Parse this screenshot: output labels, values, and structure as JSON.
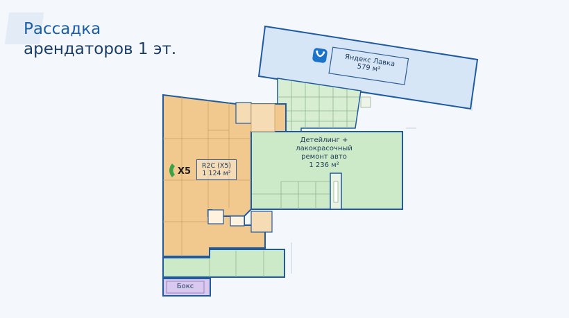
{
  "header": {
    "title_line1": "Рассадка",
    "title_line2": "арендаторов 1 эт."
  },
  "tenants": {
    "yandex": {
      "name": "Яндекс Лавка",
      "area": "579 м²",
      "fill": "#d6e6f7",
      "stroke": "#1f5a9e"
    },
    "x5": {
      "name": "R2C (X5)",
      "area": "1 124 м²",
      "logo": "X5",
      "fill": "#f1c98f",
      "stroke": "#1f5a9e"
    },
    "detailing": {
      "name_line1": "Детейлинг +",
      "name_line2": "лакокрасочный",
      "name_line3": "ремонт авто",
      "area": "1 236 м²",
      "fill": "#cce9c8",
      "stroke": "#1f5a9e"
    },
    "box": {
      "name": "Бокс",
      "fill": "#d9c9ee",
      "stroke": "#1f5a9e"
    }
  },
  "icons": {
    "yandex": "yandex-lavka-logo-icon",
    "x5": "x5-leaf-logo-icon"
  }
}
